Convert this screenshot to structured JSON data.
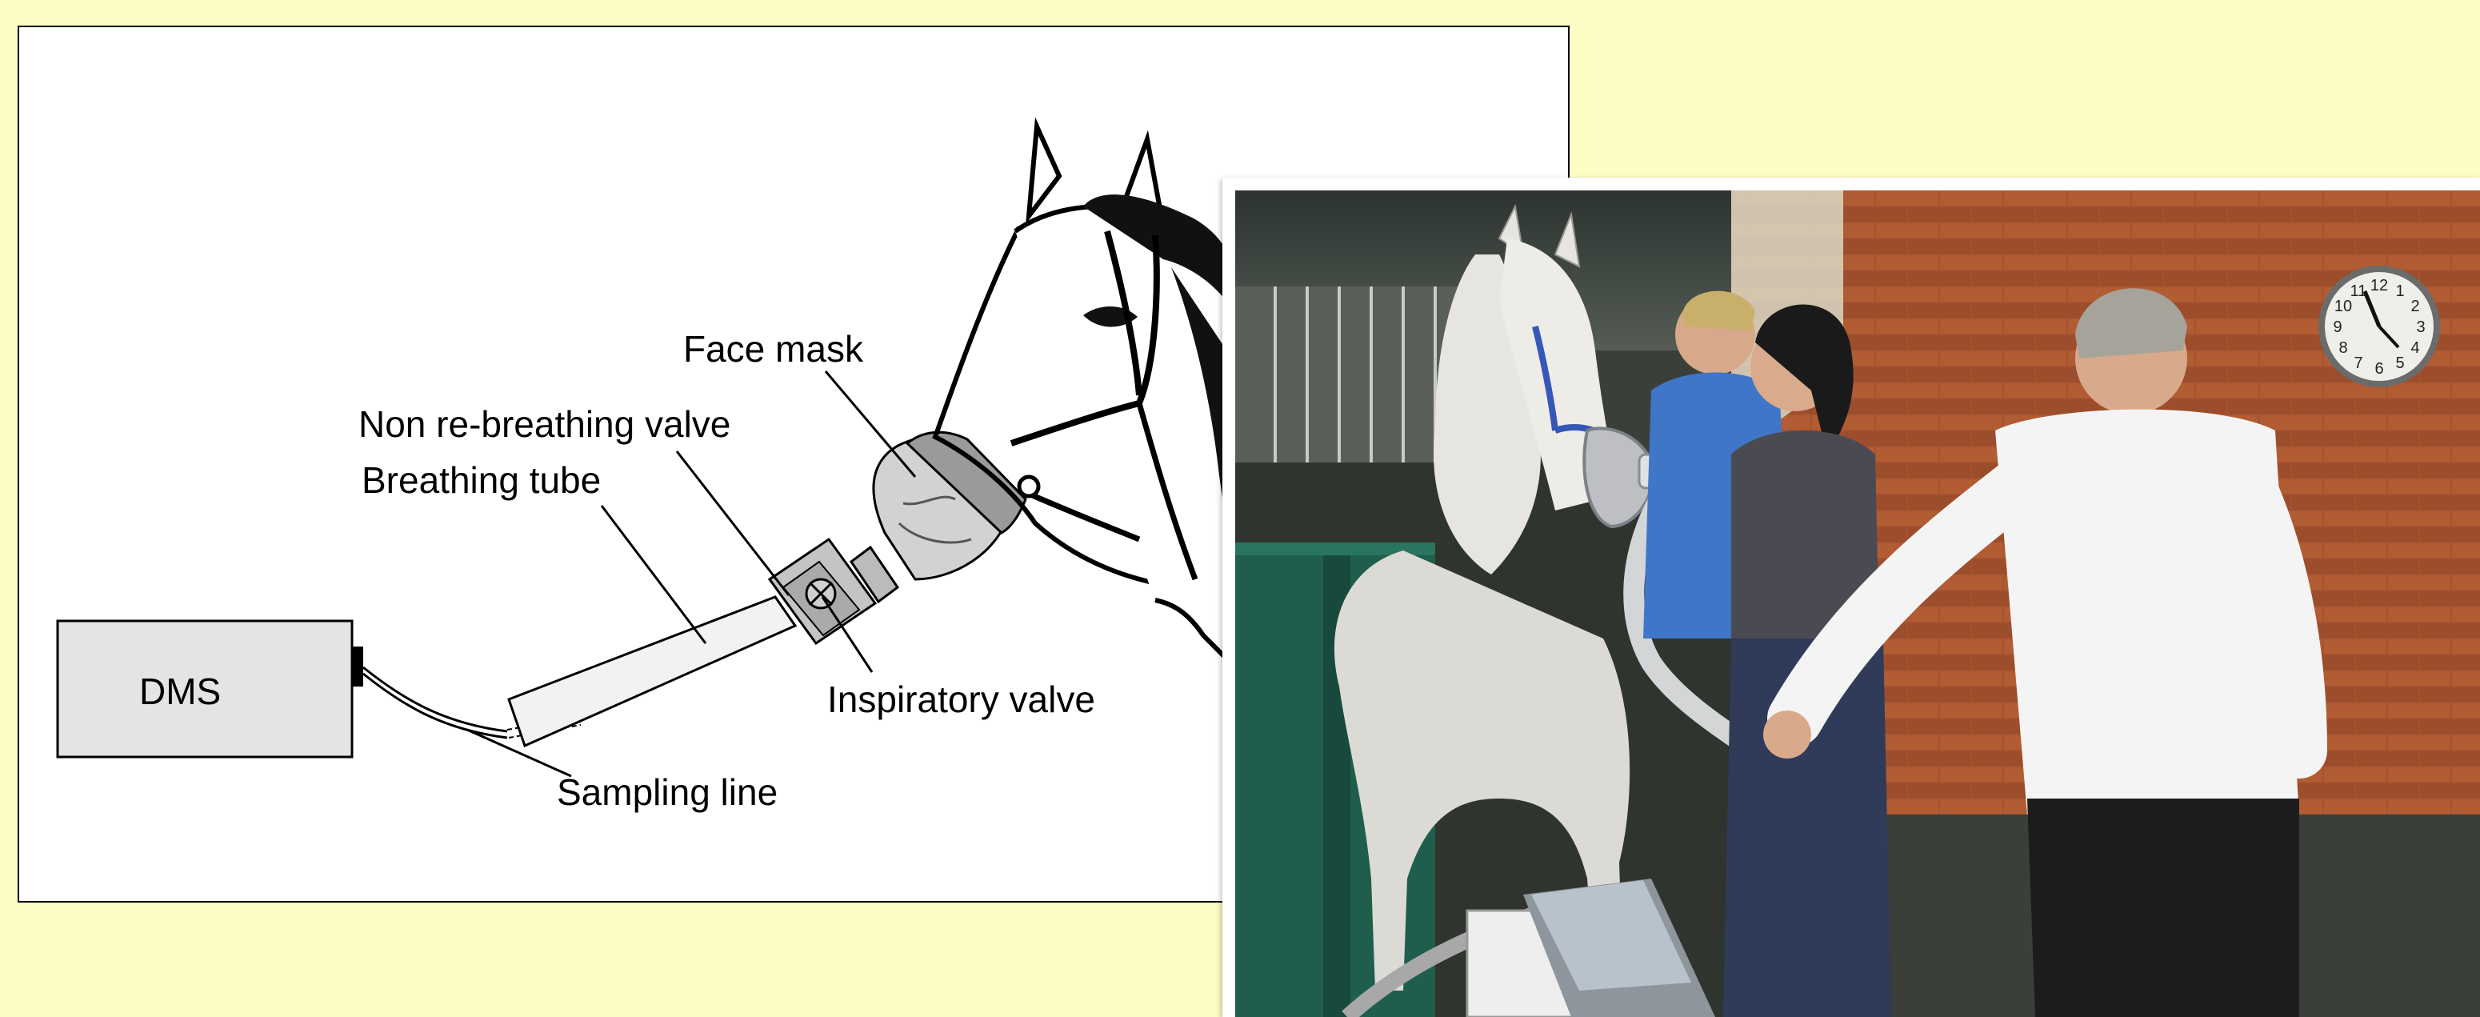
{
  "diagram": {
    "labels": {
      "dms": "DMS",
      "face_mask": "Face mask",
      "non_rebreathing_valve": "Non re-breathing valve",
      "breathing_tube": "Breathing tube",
      "inspiratory_valve": "Inspiratory valve",
      "sampling_line": "Sampling line"
    }
  },
  "photo": {
    "clock_numerals": [
      "12",
      "1",
      "2",
      "3",
      "4",
      "5",
      "6",
      "7",
      "8",
      "9",
      "10",
      "11"
    ]
  },
  "colors": {
    "page_background": "#fdfcc4",
    "brick": "#a5532f",
    "stall_green": "#1f5e4d",
    "mask_gray": "#c8c8c8"
  }
}
